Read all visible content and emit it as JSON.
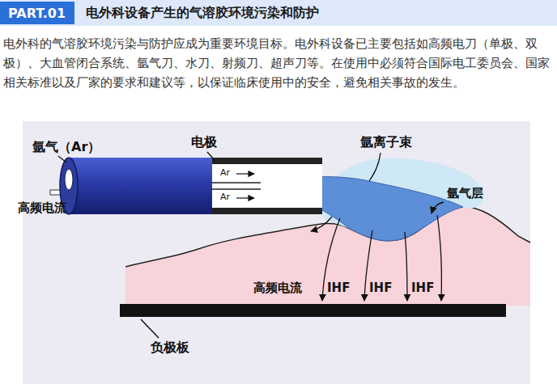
{
  "diagram": {
    "title": "电外科设备产生的气溶胶环境污染和防护",
    "nodes": [
      {
        "text": [
          "PART.01"
        ]
      }
    ],
    "labels": [
      "电外科的气溶胶环境污染与防护应成为重要环境目标。电外科设备已主要包括如高频电刀（单极、双极）、大血管闭合系统、氩气刀、水刀、射频刀、超声刀等。在使用中必须符合国际电工委员会、国家相关标准以及厂家的要求和建议等，以保证临床使用中的安全，避免相关事故的发生。",
      "氩气（Ar）",
      "电极",
      "氩离子束",
      "Ar",
      "Ar",
      "高频电流",
      "氩气层",
      "高频电流",
      "IHF",
      "IHF",
      "IHF",
      "负极板"
    ]
  }
}
